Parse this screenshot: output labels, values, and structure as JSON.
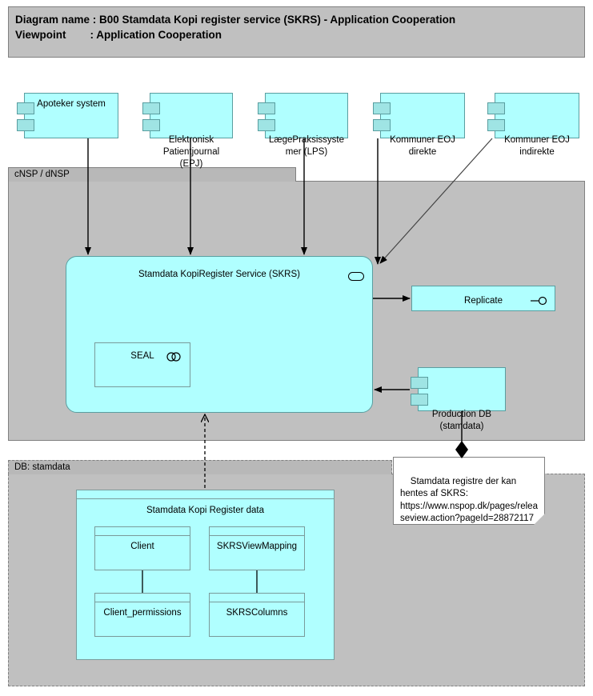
{
  "header": {
    "line1": "Diagram name : B00 Stamdata Kopi register service (SKRS) - Application Cooperation",
    "line2": "Viewpoint        : Application Cooperation"
  },
  "groups": [
    {
      "id": "cnsp",
      "label": "cNSP / dNSP",
      "border": "solid"
    },
    {
      "id": "db",
      "label": "DB: stamdata",
      "border": "dashed"
    }
  ],
  "top_components": [
    {
      "id": "apoteker",
      "label": "Apoteker system"
    },
    {
      "id": "epj",
      "label": "Elektronisk\nPatientjournal\n(EPJ)"
    },
    {
      "id": "lps",
      "label": "LægePraksissyste\nmer (LPS)"
    },
    {
      "id": "eoj_dir",
      "label": "Kommuner EOJ\ndirekte"
    },
    {
      "id": "eoj_ind",
      "label": "Kommuner EOJ\nindirekte"
    }
  ],
  "service": {
    "label": "Stamdata KopiRegister Service (SKRS)",
    "icon": "application-service-icon"
  },
  "seal": {
    "label": "SEAL",
    "icon": "collaboration-icon"
  },
  "replicate": {
    "label": "Replicate",
    "icon": "interface-lollipop-icon"
  },
  "production_db": {
    "label": "Production DB\n(stamdata)"
  },
  "data_group": {
    "label": "Stamdata Kopi Register data",
    "items": [
      {
        "id": "client",
        "label": "Client"
      },
      {
        "id": "viewmapping",
        "label": "SKRSViewMapping"
      },
      {
        "id": "clientperm",
        "label": "Client_permissions"
      },
      {
        "id": "skrscolumns",
        "label": "SKRSColumns"
      }
    ]
  },
  "note": {
    "text": "Stamdata registre der kan hentes af SKRS: https://www.nspop.dk/pages/releaseview.action?pageId=28872117"
  },
  "colors": {
    "element_fill": "#b0ffff",
    "element_border": "#5a9ea0",
    "group_fill": "#c0c0c0",
    "group_tab_fill": "#b8b8b8",
    "group_border": "#808080",
    "note_fill": "#ffffff",
    "connector": "#000000"
  }
}
